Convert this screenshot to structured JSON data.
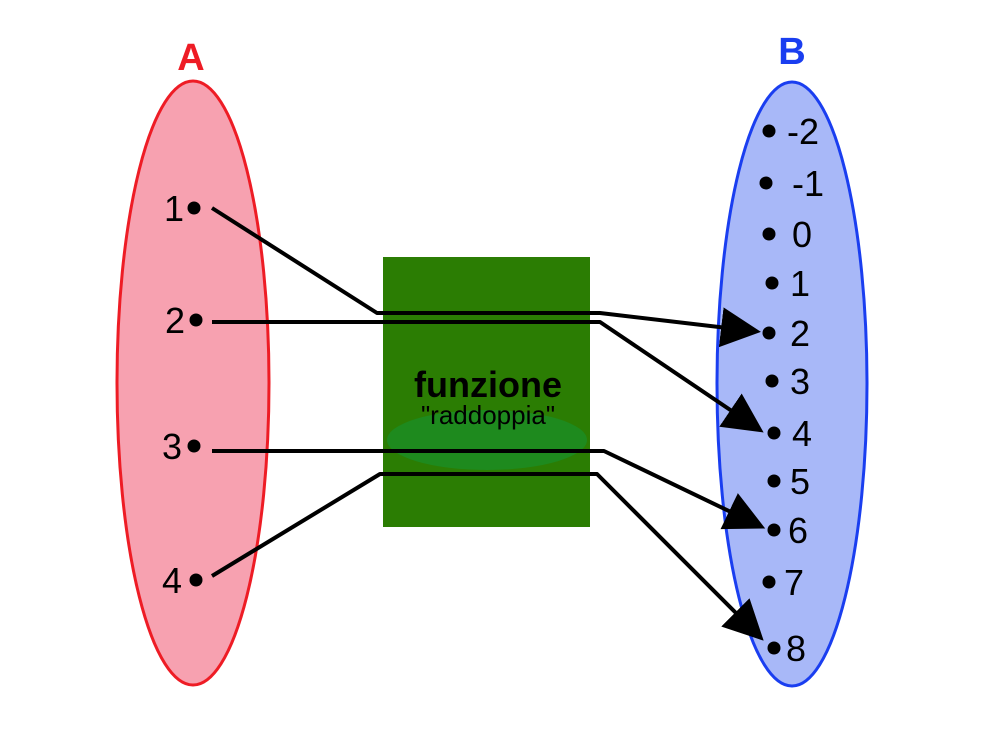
{
  "set_a": {
    "title": "A",
    "elements": [
      "1",
      "2",
      "3",
      "4"
    ]
  },
  "set_b": {
    "title": "B",
    "elements": [
      "-2",
      "-1",
      "0",
      "1",
      "2",
      "3",
      "4",
      "5",
      "6",
      "7",
      "8"
    ]
  },
  "function_box": {
    "title": "funzione",
    "subtitle": "\"raddoppia\""
  },
  "mappings": [
    {
      "from": "1",
      "to": "2"
    },
    {
      "from": "2",
      "to": "4"
    },
    {
      "from": "3",
      "to": "6"
    },
    {
      "from": "4",
      "to": "8"
    }
  ],
  "colors": {
    "set_a_fill": "#f7a1b0",
    "set_a_stroke": "#ee1c25",
    "set_a_title": "#ee1c25",
    "set_b_fill": "#a8b8f8",
    "set_b_stroke": "#1a3ef0",
    "set_b_title": "#1a3ef0",
    "box_fill": "#2b7d03",
    "box_blob": "#1e8a1e",
    "line": "#000000"
  }
}
